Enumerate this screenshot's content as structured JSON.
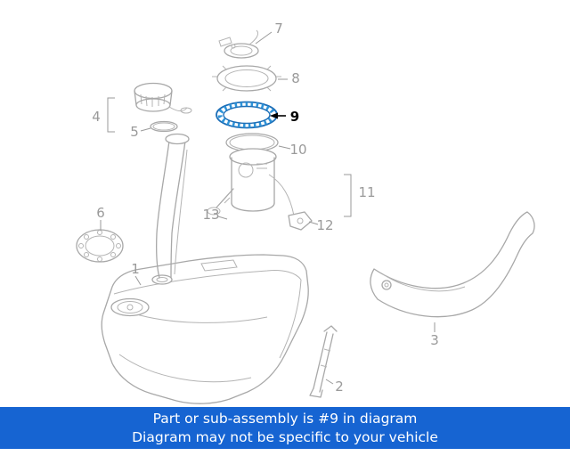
{
  "diagram": {
    "callouts": [
      {
        "label": "1"
      },
      {
        "label": "2"
      },
      {
        "label": "3"
      },
      {
        "label": "4"
      },
      {
        "label": "5"
      },
      {
        "label": "6"
      },
      {
        "label": "7"
      },
      {
        "label": "8"
      },
      {
        "label": "9"
      },
      {
        "label": "10"
      },
      {
        "label": "11"
      },
      {
        "label": "12"
      },
      {
        "label": "13"
      }
    ],
    "highlighted_callout": "9"
  },
  "banner": {
    "line1": "Part or sub-assembly is #9 in diagram",
    "line2": "Diagram may not be specific to your vehicle"
  },
  "colors": {
    "banner_bg": "#1664d2",
    "banner_text": "#ffffff",
    "highlight": "#2e93d8",
    "highlight_dark": "#1d6fb8",
    "line_gray": "#a8a8a8",
    "label_gray": "#9a9a9a",
    "label_black": "#000000"
  }
}
